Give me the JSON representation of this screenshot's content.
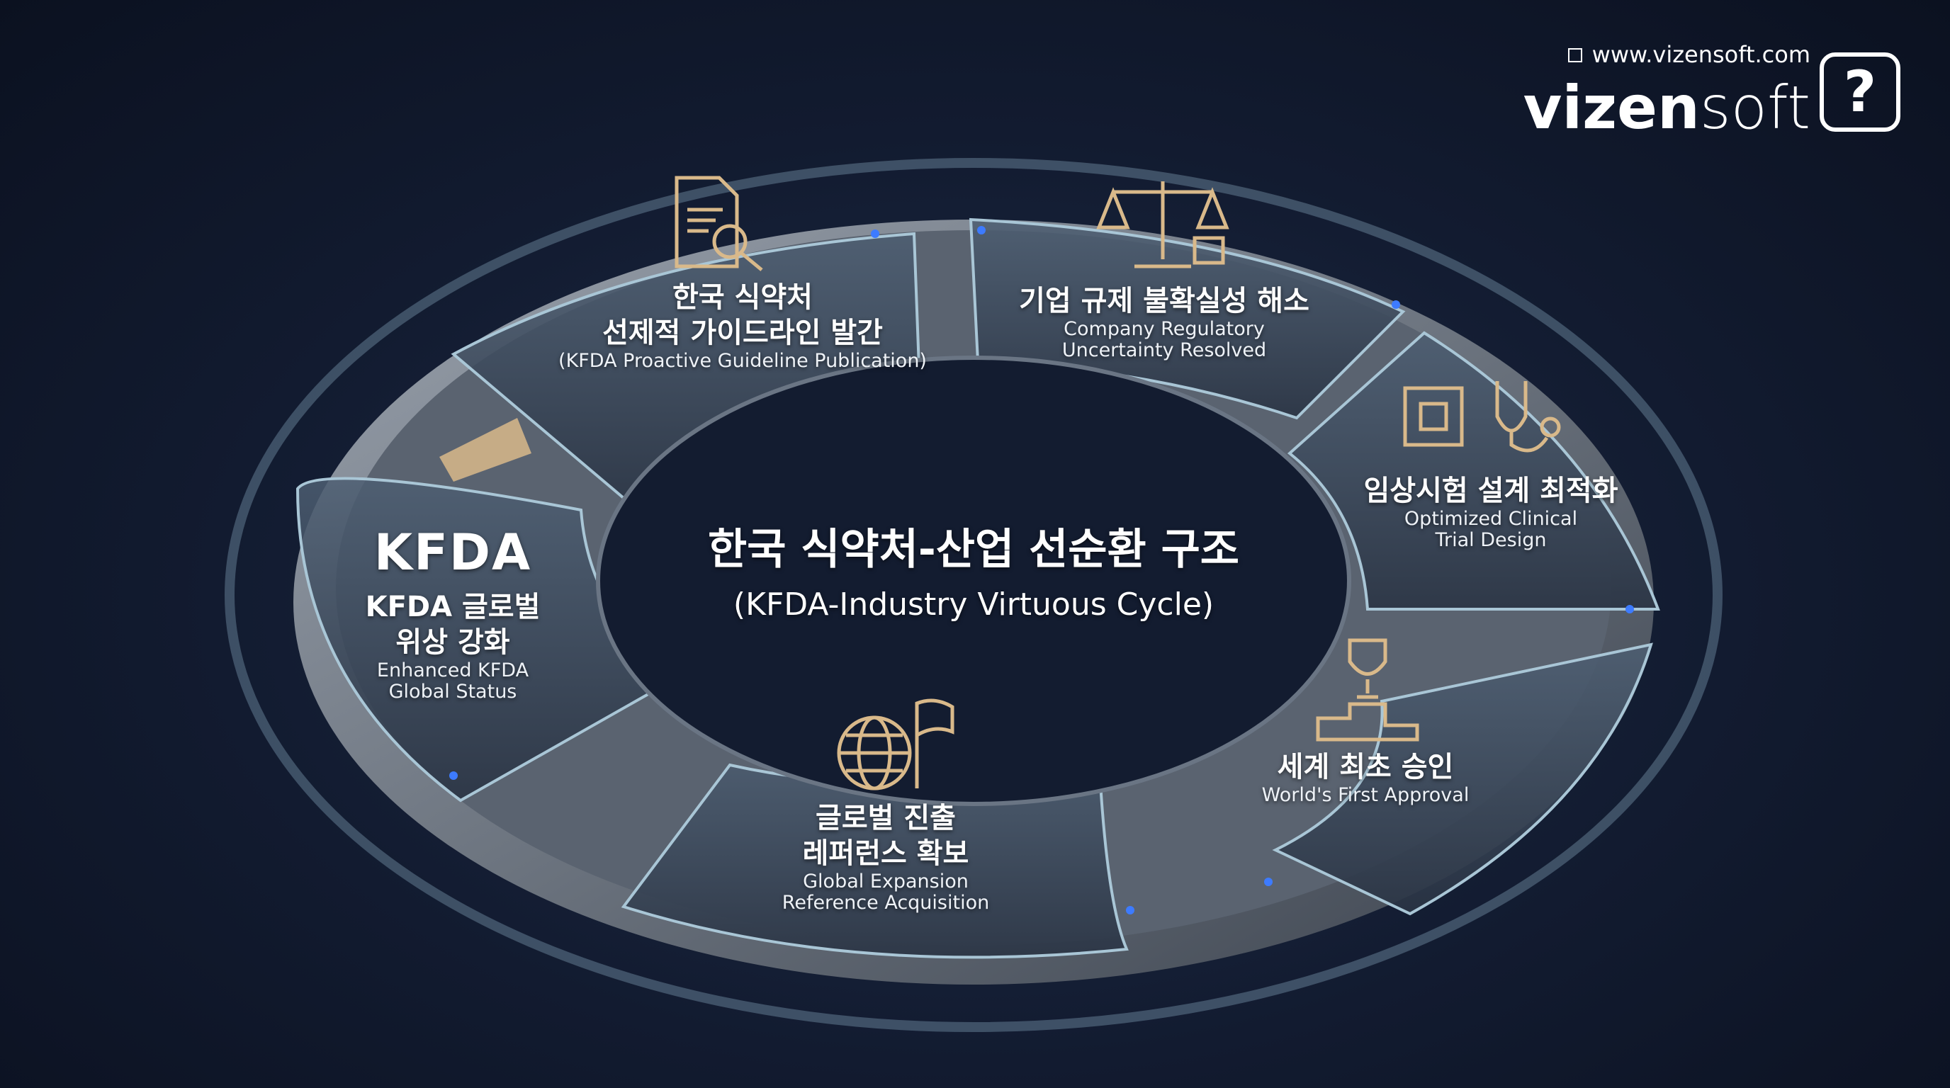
{
  "brand": {
    "url": "www.vizensoft.com",
    "name_bold": "vizen",
    "name_light": "soft",
    "bubble_symbol": "?"
  },
  "center": {
    "title": "한국 식약처-산업 선순환 구조",
    "subtitle": "(KFDA-Industry Virtuous Cycle)"
  },
  "steps": [
    {
      "ko": [
        "한국 식약처",
        "선제적 가이드라인 발간"
      ],
      "en": [
        "(KFDA Proactive Guideline Publication)"
      ],
      "icon": "document-search-icon"
    },
    {
      "ko": [
        "기업 규제 불확실성 해소"
      ],
      "en": [
        "Company Regulatory",
        "Uncertainty Resolved"
      ],
      "icon": "scales-lock-icon"
    },
    {
      "ko": [
        "임상시험 설계 최적화"
      ],
      "en": [
        "Optimized Clinical",
        "Trial Design"
      ],
      "icon": "chip-stethoscope-icon"
    },
    {
      "ko": [
        "세계 최초 승인"
      ],
      "en": [
        "World's First Approval"
      ],
      "icon": "trophy-podium-icon"
    },
    {
      "ko": [
        "글로벌 진출",
        "레퍼런스 확보"
      ],
      "en": [
        "Global Expansion",
        "Reference Acquisition"
      ],
      "icon": "globe-flag-icon"
    },
    {
      "ko": [
        "KFDA 글로벌",
        "위상 강화"
      ],
      "en": [
        "Enhanced KFDA",
        "Global Status"
      ],
      "icon": "kfda-logo",
      "logo_text": "KFDA"
    }
  ],
  "colors": {
    "gold": "#d9b98a",
    "glow": "#3d7bff",
    "platform": "#8a939f"
  }
}
